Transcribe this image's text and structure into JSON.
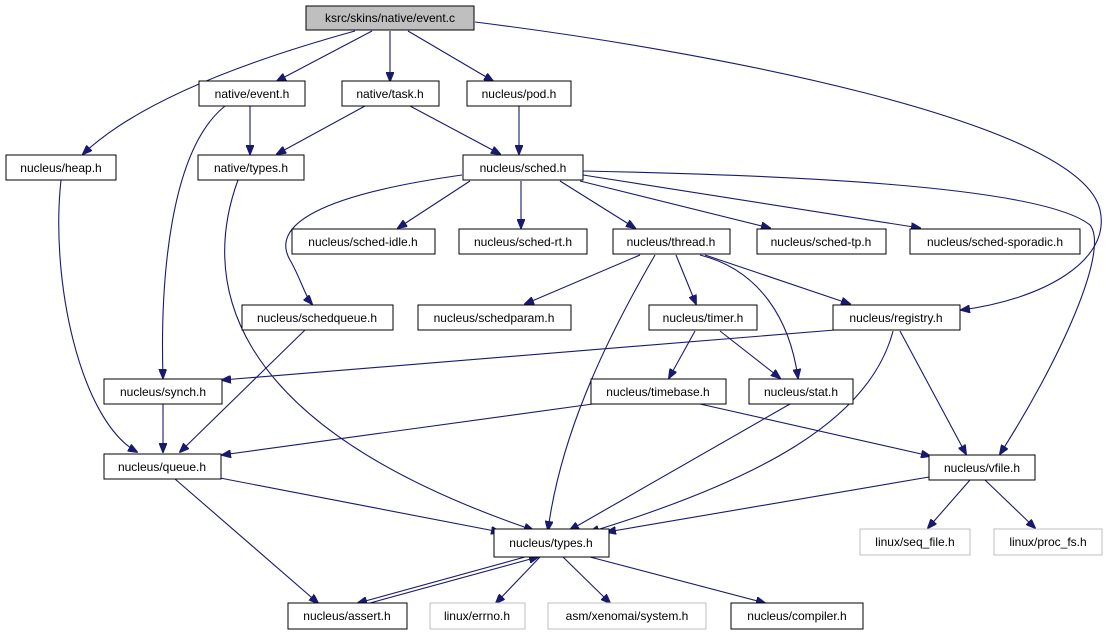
{
  "nodes": {
    "root": "ksrc/skins/native/event.c",
    "native_event": "native/event.h",
    "native_task": "native/task.h",
    "nucleus_pod": "nucleus/pod.h",
    "nucleus_heap": "nucleus/heap.h",
    "native_types": "native/types.h",
    "nucleus_sched": "nucleus/sched.h",
    "sched_idle": "nucleus/sched-idle.h",
    "sched_rt": "nucleus/sched-rt.h",
    "thread": "nucleus/thread.h",
    "sched_tp": "nucleus/sched-tp.h",
    "sched_sporadic": "nucleus/sched-sporadic.h",
    "schedqueue": "nucleus/schedqueue.h",
    "schedparam": "nucleus/schedparam.h",
    "timer": "nucleus/timer.h",
    "registry": "nucleus/registry.h",
    "synch": "nucleus/synch.h",
    "timebase": "nucleus/timebase.h",
    "stat": "nucleus/stat.h",
    "queue": "nucleus/queue.h",
    "vfile": "nucleus/vfile.h",
    "types": "nucleus/types.h",
    "seq_file": "linux/seq_file.h",
    "proc_fs": "linux/proc_fs.h",
    "assert": "nucleus/assert.h",
    "errno": "linux/errno.h",
    "system": "asm/xenomai/system.h",
    "compiler": "nucleus/compiler.h"
  },
  "colors": {
    "edge": "#191970",
    "root_fill": "#bfbfbf",
    "external_border": "#bfbfbf"
  }
}
